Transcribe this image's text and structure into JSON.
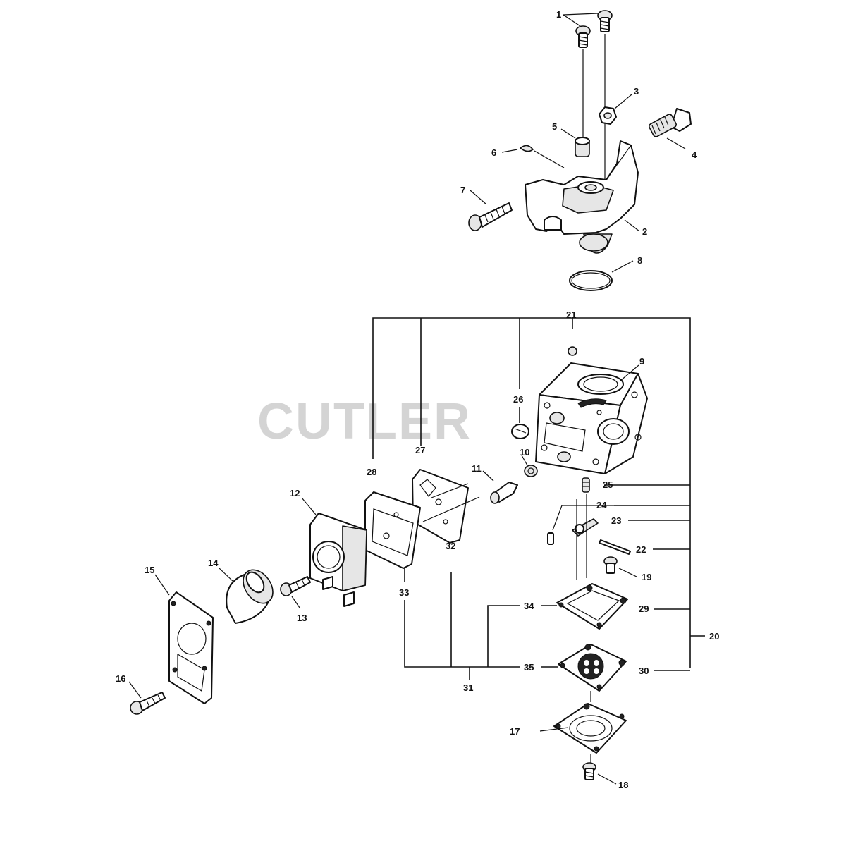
{
  "watermark": "CUTLER",
  "callouts": [
    {
      "id": "c1",
      "text": "1"
    },
    {
      "id": "c2",
      "text": "2"
    },
    {
      "id": "c3",
      "text": "3"
    },
    {
      "id": "c4",
      "text": "4"
    },
    {
      "id": "c5",
      "text": "5"
    },
    {
      "id": "c6",
      "text": "6"
    },
    {
      "id": "c7",
      "text": "7"
    },
    {
      "id": "c8",
      "text": "8"
    },
    {
      "id": "c9",
      "text": "9"
    },
    {
      "id": "c10",
      "text": "10"
    },
    {
      "id": "c11",
      "text": "11"
    },
    {
      "id": "c12",
      "text": "12"
    },
    {
      "id": "c13",
      "text": "13"
    },
    {
      "id": "c14",
      "text": "14"
    },
    {
      "id": "c15",
      "text": "15"
    },
    {
      "id": "c16",
      "text": "16"
    },
    {
      "id": "c17",
      "text": "17"
    },
    {
      "id": "c18",
      "text": "18"
    },
    {
      "id": "c19",
      "text": "19"
    },
    {
      "id": "c20",
      "text": "20"
    },
    {
      "id": "c21",
      "text": "21"
    },
    {
      "id": "c22",
      "text": "22"
    },
    {
      "id": "c23",
      "text": "23"
    },
    {
      "id": "c24",
      "text": "24"
    },
    {
      "id": "c25",
      "text": "25"
    },
    {
      "id": "c26",
      "text": "26"
    },
    {
      "id": "c27",
      "text": "27"
    },
    {
      "id": "c28",
      "text": "28"
    },
    {
      "id": "c29",
      "text": "29"
    },
    {
      "id": "c30",
      "text": "30"
    },
    {
      "id": "c31",
      "text": "31"
    },
    {
      "id": "c32",
      "text": "32"
    },
    {
      "id": "c33",
      "text": "33"
    },
    {
      "id": "c34",
      "text": "34"
    },
    {
      "id": "c35",
      "text": "35"
    }
  ]
}
